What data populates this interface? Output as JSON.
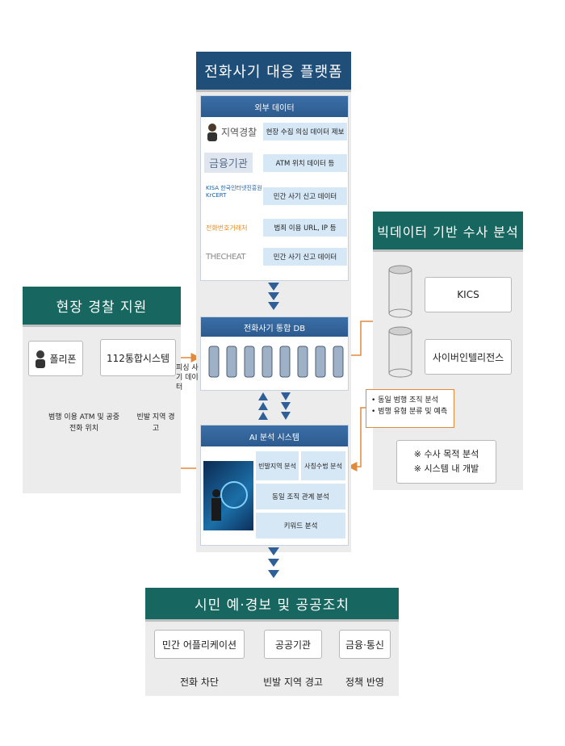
{
  "platform": {
    "title": "전화사기 대응 플랫폼",
    "external": {
      "header": "외부 데이터",
      "rows": [
        {
          "logo": "지역경찰",
          "label": "현장 수집 의심 데이터 제보"
        },
        {
          "logo": "금융기관",
          "label": "ATM 위치 데이터 등"
        },
        {
          "logo": "KISA 한국인터넷진흥원 KrCERT",
          "label": "민간 사기 신고 데이터"
        },
        {
          "logo": "전화번호거래처",
          "label": "범죄 이용 URL, IP 등"
        },
        {
          "logo": "THECHEAT",
          "label": "민간 사기 신고 데이터"
        }
      ]
    },
    "db": {
      "header": "전화사기 통합 DB",
      "cylinder_count": 8
    },
    "ai": {
      "header": "AI 분석 시스템",
      "items": [
        "빈발지역 분석",
        "사칭수법 분석",
        "동일 조직 관계 분석",
        "키워드 분석"
      ]
    }
  },
  "field": {
    "title": "현장 경찰 지원",
    "police_phone": "폴리폰",
    "system112": "112통합시스템",
    "arrow_label": "피싱 사기 데이터",
    "note_left": "범행 이용 ATM 및 공중전화 위치",
    "note_right": "빈발 지역 경고"
  },
  "bigdata": {
    "title": "빅데이터 기반 수사 분석",
    "systems": [
      "KICS",
      "사이버인텔리전스"
    ],
    "results": [
      "동일 범행 조직 분석",
      "범행 유형 분류 및 예측"
    ],
    "notes": [
      "※ 수사 목적 분석",
      "※ 시스템 내 개발"
    ]
  },
  "citizen": {
    "title": "시민 예·경보 및 공공조치",
    "boxes": [
      "민간 어플리케이션",
      "공공기관",
      "금융·통신"
    ],
    "captions": [
      "전화 차단",
      "빈발 지역 경고",
      "정책 반영"
    ]
  },
  "colors": {
    "teal": "#17665f",
    "navy": "#1f4e79",
    "orange": "#e28a3b",
    "arrow_blue": "#2f5f97"
  }
}
